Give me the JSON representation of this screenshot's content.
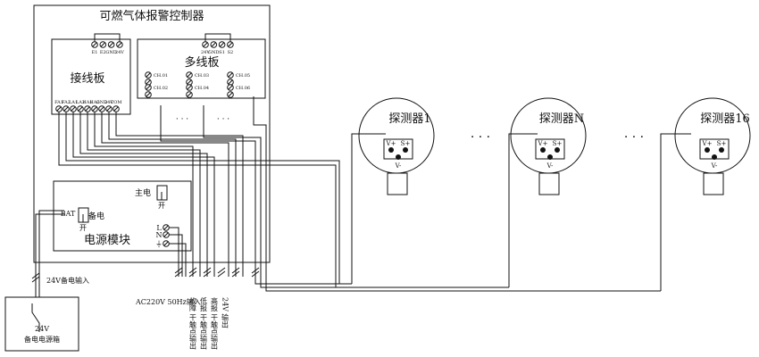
{
  "controller": {
    "title": "可燃气体报警控制器"
  },
  "wiring_board": {
    "label": "接线板",
    "top_terminals": [
      "E1",
      "E2",
      "GND",
      "24V"
    ],
    "bottom_terminals": [
      "FA1",
      "FA2",
      "LA1",
      "LA2",
      "HA1",
      "HA2",
      "GND",
      "24V",
      "COM"
    ]
  },
  "multi_board": {
    "label": "多线板",
    "top_terminals": [
      "24V",
      "GND",
      "S1",
      "S2"
    ],
    "channel_labels": [
      "CH.01",
      "CH.02",
      "CH.03",
      "CH.04",
      "CH.05",
      "CH.06"
    ],
    "ellipsis": "· · ·"
  },
  "power_module": {
    "label": "电源模块",
    "main_power": "主电",
    "backup_power": "备电",
    "bat_label": "BAT",
    "switch_label": "开",
    "terminals": [
      "L",
      "N",
      "⏚"
    ]
  },
  "detectors": [
    {
      "label": "探测器1",
      "terminals": [
        "V+",
        "S+",
        "V-"
      ]
    },
    {
      "label": "探测器N",
      "terminals": [
        "V+",
        "S+",
        "V-"
      ]
    },
    {
      "label": "探测器16",
      "terminals": [
        "V+",
        "S+",
        "V-"
      ]
    }
  ],
  "between_detectors": "· · ·",
  "backup_box": {
    "input_label": "24V备电输入",
    "line1": "24V",
    "line2": "备电电源箱"
  },
  "ac_input": "AC220V 50Hz输入",
  "outputs": [
    "故障 干触点输出",
    "低报 干触点输出",
    "高报 干触点输出",
    "24V 输出"
  ]
}
